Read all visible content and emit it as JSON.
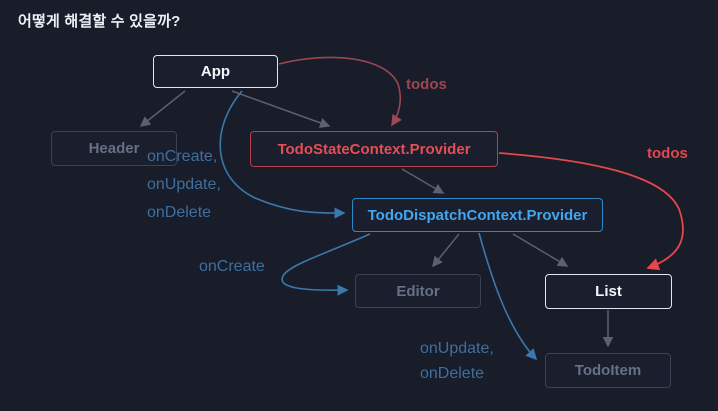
{
  "slide": {
    "title": "어떻게 해결할 수 있을까?"
  },
  "colors": {
    "background": "#191c29",
    "node_border_light": "#e3e6ee",
    "node_text_light": "#f4f6fa",
    "node_border_dim": "#3b4254",
    "node_text_dim": "#667086",
    "red_bright": "#e2484e",
    "red_muted": "#9c4751",
    "blue_bright": "#41a7ef",
    "blue_border": "#2d87c8",
    "blue_curve": "#3a79ab",
    "blue_label": "#3d6f9f",
    "gray_edge": "#5b6170"
  },
  "nodes": {
    "app": {
      "label": "App"
    },
    "header": {
      "label": "Header"
    },
    "state_provider": {
      "label": "TodoStateContext.Provider"
    },
    "dispatch_provider": {
      "label": "TodoDispatchContext.Provider"
    },
    "editor": {
      "label": "Editor"
    },
    "list": {
      "label": "List"
    },
    "todo_item": {
      "label": "TodoItem"
    }
  },
  "edge_labels": {
    "todos_top": "todos",
    "todos_right": "todos",
    "handlers_left": "onCreate,\nonUpdate,\nonDelete",
    "on_create": "onCreate",
    "on_update_delete": "onUpdate,\nonDelete"
  }
}
